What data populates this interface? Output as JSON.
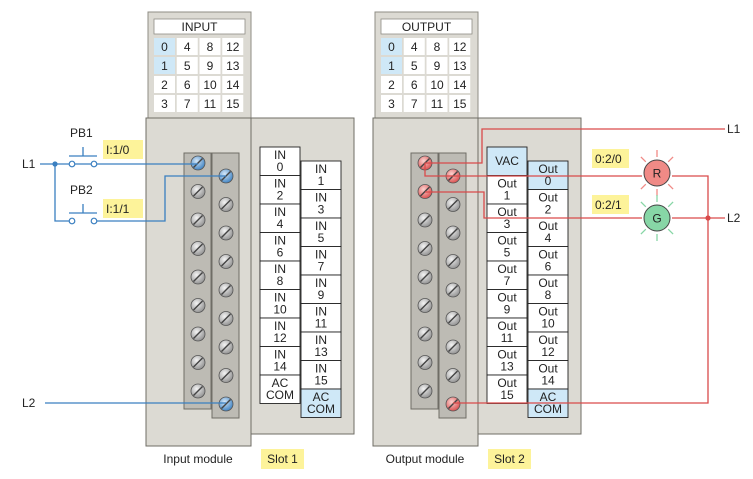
{
  "input_module": {
    "title": "INPUT",
    "status_grid": [
      [
        "0",
        "4",
        "8",
        "12"
      ],
      [
        "1",
        "5",
        "9",
        "13"
      ],
      [
        "2",
        "6",
        "10",
        "14"
      ],
      [
        "3",
        "7",
        "11",
        "15"
      ]
    ],
    "lit_indicators": [
      "0",
      "1"
    ],
    "terminals_left": [
      [
        "IN",
        "0"
      ],
      [
        "IN",
        "2"
      ],
      [
        "IN",
        "4"
      ],
      [
        "IN",
        "6"
      ],
      [
        "IN",
        "8"
      ],
      [
        "IN",
        "10"
      ],
      [
        "IN",
        "12"
      ],
      [
        "IN",
        "14"
      ],
      [
        "AC",
        "COM"
      ]
    ],
    "terminals_right": [
      [
        "IN",
        "1"
      ],
      [
        "IN",
        "3"
      ],
      [
        "IN",
        "5"
      ],
      [
        "IN",
        "7"
      ],
      [
        "IN",
        "9"
      ],
      [
        "IN",
        "11"
      ],
      [
        "IN",
        "13"
      ],
      [
        "IN",
        "15"
      ],
      [
        "AC",
        "COM"
      ]
    ],
    "module_label": "Input module",
    "slot_label": "Slot 1"
  },
  "output_module": {
    "title": "OUTPUT",
    "status_grid": [
      [
        "0",
        "4",
        "8",
        "12"
      ],
      [
        "1",
        "5",
        "9",
        "13"
      ],
      [
        "2",
        "6",
        "10",
        "14"
      ],
      [
        "3",
        "7",
        "11",
        "15"
      ]
    ],
    "lit_indicators": [
      "0",
      "1"
    ],
    "terminals_left": [
      [
        "VAC"
      ],
      [
        "Out",
        "1"
      ],
      [
        "Out",
        "3"
      ],
      [
        "Out",
        "5"
      ],
      [
        "Out",
        "7"
      ],
      [
        "Out",
        "9"
      ],
      [
        "Out",
        "11"
      ],
      [
        "Out",
        "13"
      ],
      [
        "Out",
        "15"
      ]
    ],
    "terminals_right": [
      [
        "Out",
        "0"
      ],
      [
        "Out",
        "2"
      ],
      [
        "Out",
        "4"
      ],
      [
        "Out",
        "6"
      ],
      [
        "Out",
        "8"
      ],
      [
        "Out",
        "10"
      ],
      [
        "Out",
        "12"
      ],
      [
        "Out",
        "14"
      ],
      [
        "AC",
        "COM"
      ]
    ],
    "module_label": "Output module",
    "slot_label": "Slot 2"
  },
  "field_devices": {
    "pb1": "PB1",
    "pb2": "PB2",
    "addr_pb1": "I:1/0",
    "addr_pb2": "I:1/1",
    "addr_red": "0:2/0",
    "addr_green": "0:2/1",
    "lamp_red": "R",
    "lamp_green": "G"
  },
  "power_lines": {
    "l1_left": "L1",
    "l2_left": "L2",
    "l1_right": "L1",
    "l2_right": "L2"
  },
  "colors": {
    "input_wiring": "#3a7fc0",
    "output_wiring": "#d94a4a",
    "address_tag": "#fdf39a",
    "lit_cell": "#cfe8f7",
    "module_body": "#dcdad3",
    "lamp_red": "#f08a86",
    "lamp_green": "#87d6a6"
  }
}
